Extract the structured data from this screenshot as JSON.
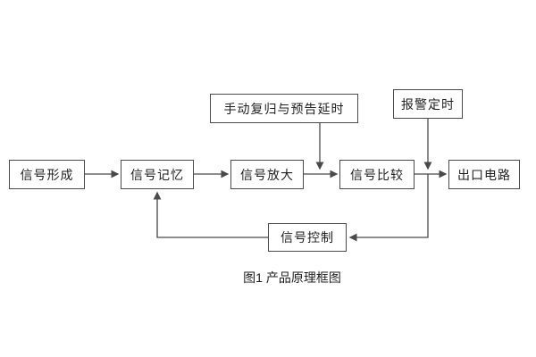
{
  "diagram": {
    "boxes": {
      "signal_formation": "信号形成",
      "signal_memory": "信号记忆",
      "signal_amplification": "信号放大",
      "signal_comparison": "信号比较",
      "output_circuit": "出口电路",
      "manual_reset_delay": "手动复归与预告延时",
      "alarm_timing": "报警定时",
      "signal_control": "信号控制"
    },
    "caption": "图1 产品原理框图",
    "colors": {
      "background": "#ffffff",
      "box_border": "#4a4a4a",
      "line": "#4a4a4a",
      "text": "#1f1f1f"
    }
  }
}
